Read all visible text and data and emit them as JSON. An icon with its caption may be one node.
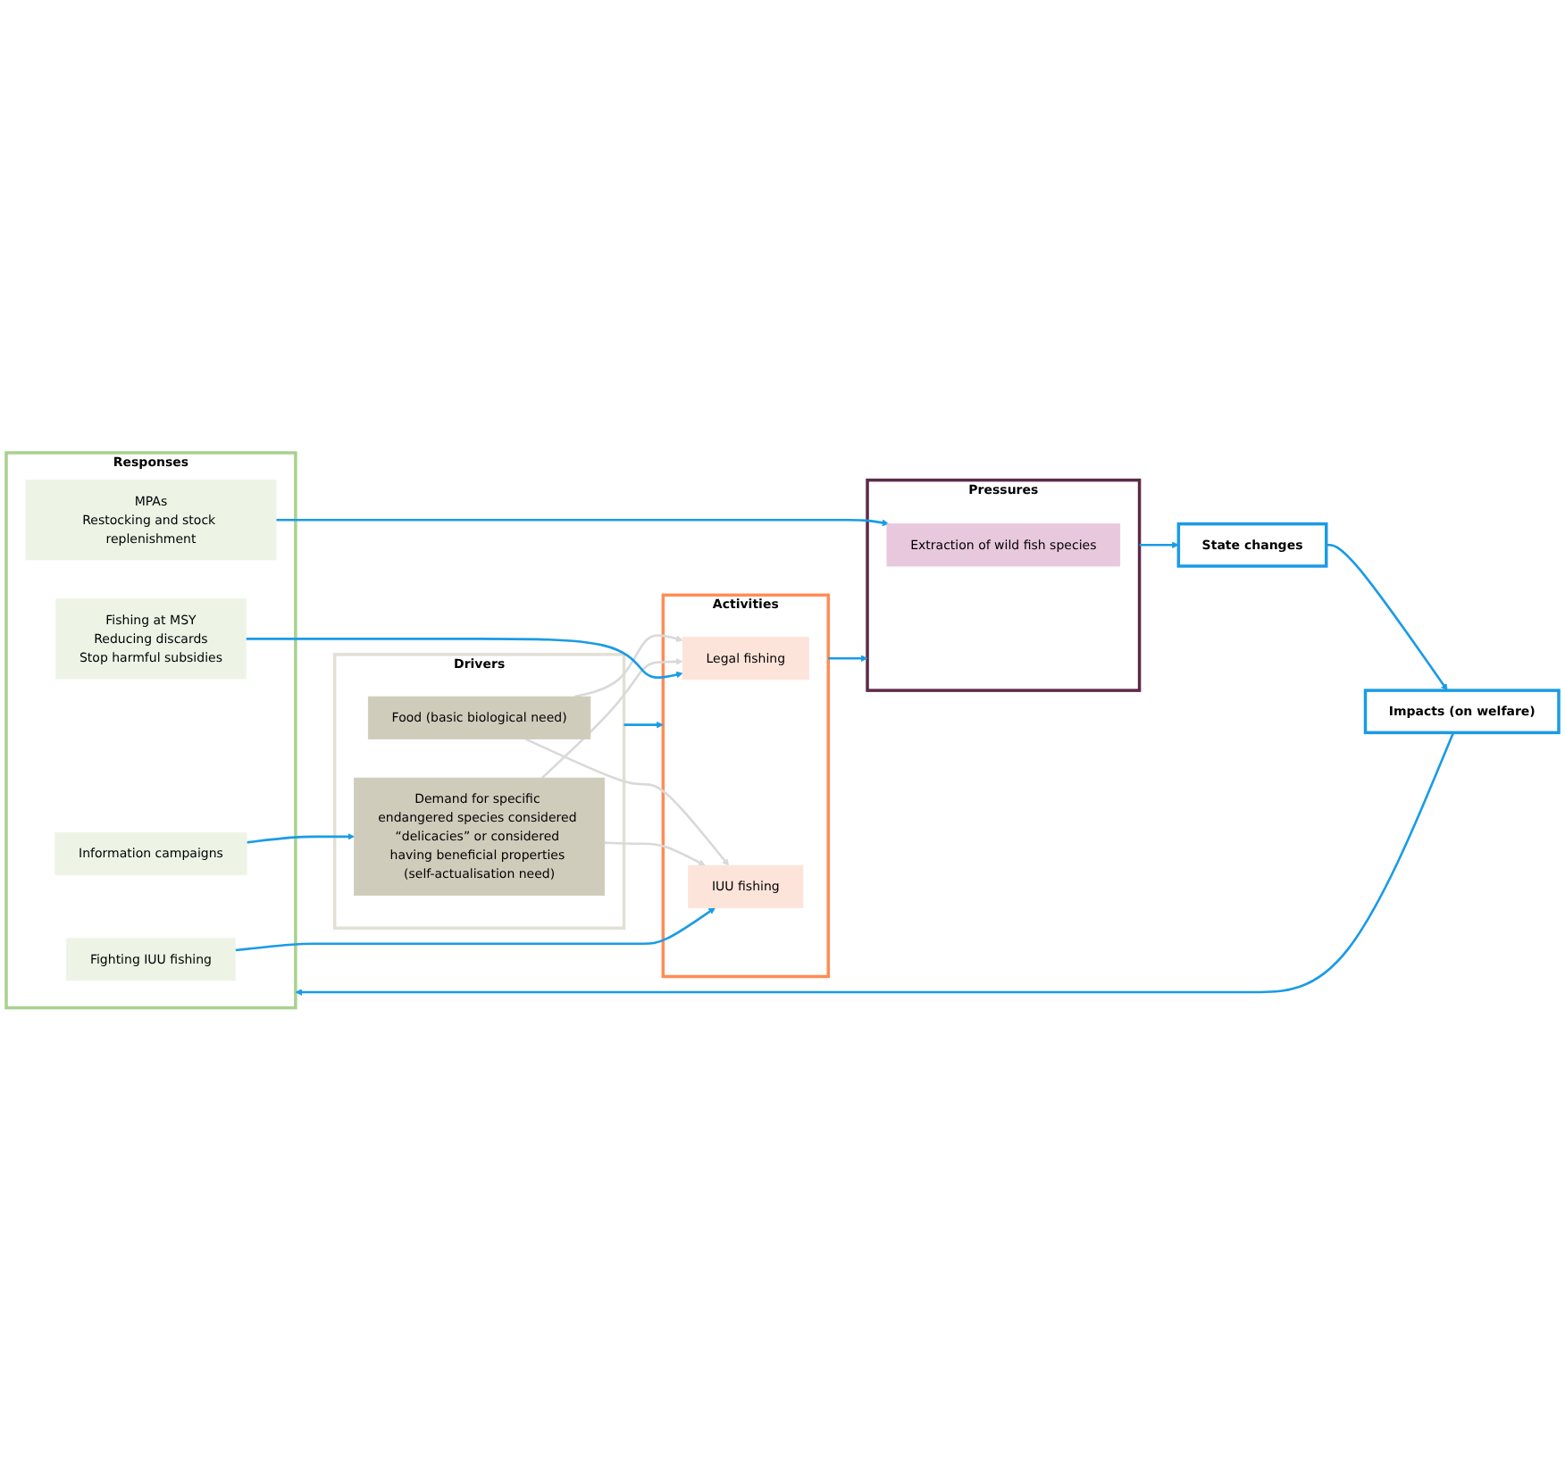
{
  "diagram": {
    "nodes": [
      {
        "text": [
          "Drivers"
        ]
      },
      {
        "text": [
          "Food (basic biological need)"
        ],
        "in": 0
      },
      {
        "text": [
          "Demand for specific endangered species considered “delicacies” or considered having beneficial properties (self-actualisation need)"
        ],
        "in": 0
      },
      {
        "text": [
          "Responses"
        ]
      },
      {
        "text": [
          "Information campaigns"
        ],
        "in": 3
      },
      {
        "text": [
          "Activities"
        ]
      },
      {
        "text": [
          "Legal fishing"
        ],
        "in": 5
      },
      {
        "text": [
          "IUU fishing"
        ],
        "in": 5
      },
      {
        "text": [
          "Fishing at MSY",
          "Reducing discards",
          "Stop harmful subsidies"
        ],
        "in": 3
      },
      {
        "text": [
          "Fighting IUU fishing"
        ],
        "in": 3
      },
      {
        "text": [
          "Pressures"
        ]
      },
      {
        "text": [
          "Extraction of wild fish species"
        ],
        "in": 10
      },
      {
        "text": [
          "MPAs",
          "Restocking and stock replenishment"
        ],
        "in": 3
      },
      {
        "text": [
          "State changes"
        ]
      },
      {
        "text": [
          "Impacts (on welfare)"
        ]
      }
    ],
    "edges": [
      {
        "from": 1,
        "to": 6,
        "arrow": "to",
        "color": "#d9d9d9"
      },
      {
        "from": 1,
        "to": 7,
        "arrow": "to",
        "color": "#d9d9d9"
      },
      {
        "from": 2,
        "to": 6,
        "arrow": "to",
        "color": "#d9d9d9"
      },
      {
        "from": 2,
        "to": 7,
        "arrow": "to",
        "color": "#d9d9d9"
      },
      {
        "from": 0,
        "to": 5,
        "arrow": "to"
      },
      {
        "from": 5,
        "to": 10,
        "arrow": "to"
      },
      {
        "from": 10,
        "to": 13,
        "arrow": "to"
      },
      {
        "from": 13,
        "to": 14,
        "arrow": "to"
      },
      {
        "from": 14,
        "to": 3,
        "arrow": "to"
      },
      {
        "from": 4,
        "to": 2,
        "arrow": "to"
      },
      {
        "from": 8,
        "to": 6,
        "arrow": "to"
      },
      {
        "from": 9,
        "to": 7,
        "arrow": "to"
      },
      {
        "from": 12,
        "to": 11,
        "arrow": "to"
      }
    ]
  }
}
